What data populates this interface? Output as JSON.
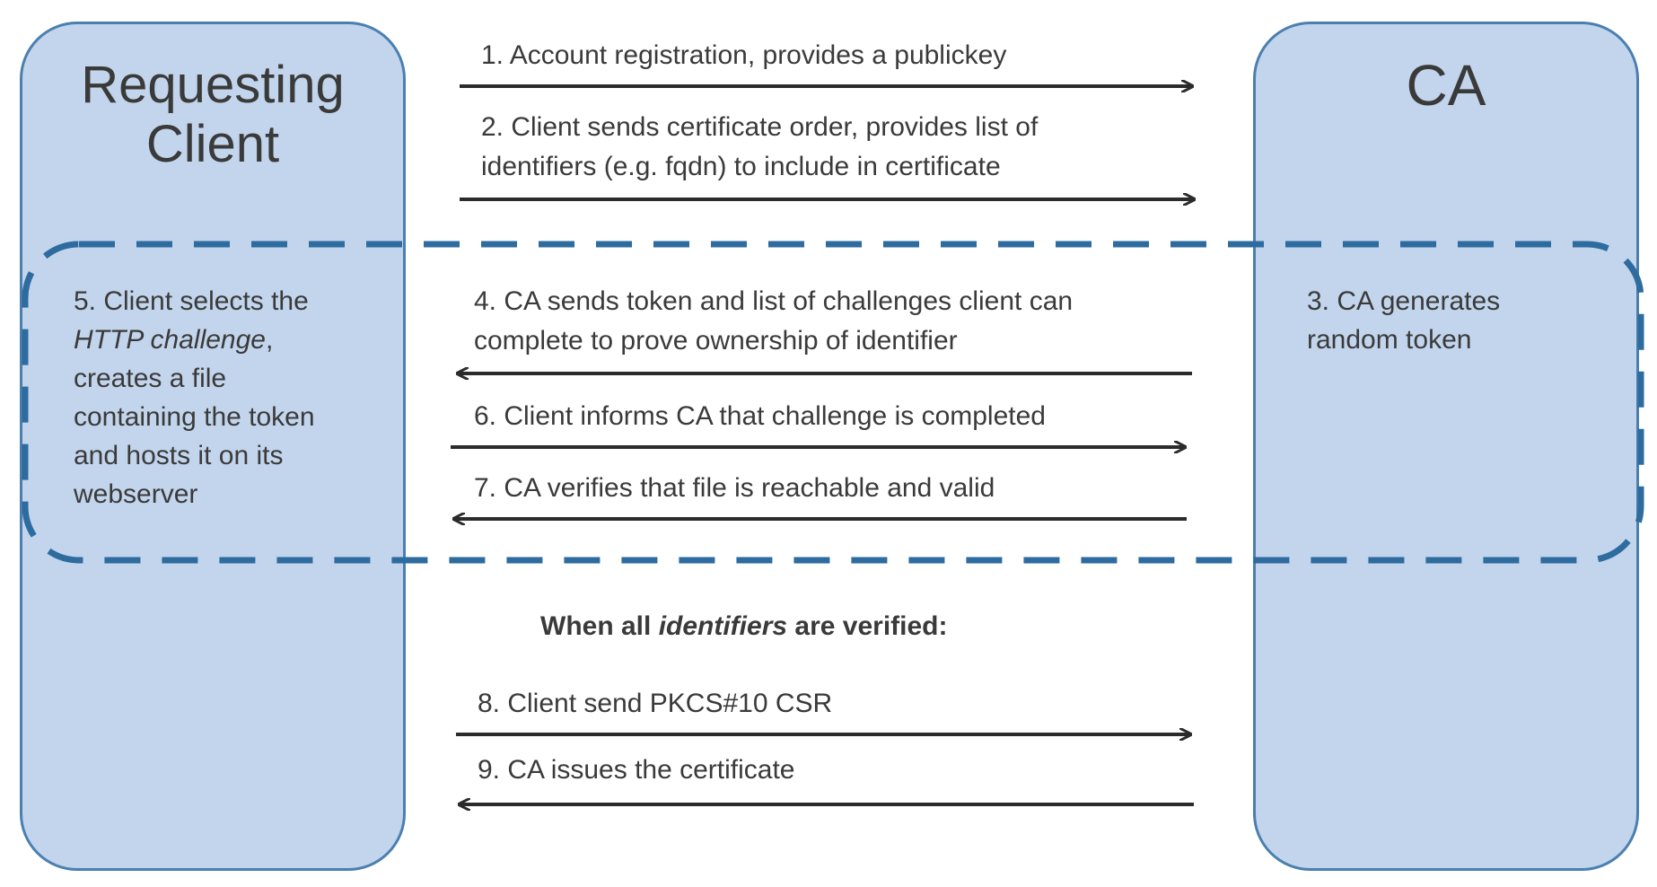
{
  "lanes": {
    "client": {
      "title": "Requesting\nClient"
    },
    "ca": {
      "title": "CA"
    }
  },
  "messages": [
    {
      "id": "m1",
      "text": "1. Account registration, provides a publickey",
      "direction": "to-ca"
    },
    {
      "id": "m2",
      "line1": "2. Client sends certificate order, provides list of",
      "line2": "identifiers (e.g. fqdn) to include in certificate",
      "direction": "to-ca"
    },
    {
      "id": "m4",
      "line1": "4. CA sends  token and list of challenges client can",
      "line2": "complete to prove ownership of identifier",
      "direction": "to-client"
    },
    {
      "id": "m6",
      "text": "6. Client informs CA that challenge is completed",
      "direction": "to-ca"
    },
    {
      "id": "m7",
      "text": "7. CA verifies that file is reachable and valid",
      "direction": "to-client"
    },
    {
      "id": "m8",
      "text": "8. Client send PKCS#10 CSR",
      "direction": "to-ca"
    },
    {
      "id": "m9",
      "text": "9. CA issues  the certificate",
      "direction": "to-client"
    }
  ],
  "notes": {
    "client_step5": {
      "prefix": "5. Client selects the",
      "italic": "HTTP challenge",
      "suffix": ",",
      "rest": [
        "creates a file",
        "containing the token",
        "and hosts it on its",
        "webserver"
      ]
    },
    "ca_step3": {
      "line1": "3. CA generates",
      "line2": "random token"
    }
  },
  "verified_caption": {
    "before": "When all ",
    "italic": "identifiers",
    "after": " are verified:"
  },
  "colors": {
    "lane_fill": "#c2d5ec",
    "lane_border": "#4a7fb0",
    "dashed_border": "#2e6b9e",
    "arrow": "#2b2b2b",
    "text": "#3a3a3a"
  }
}
